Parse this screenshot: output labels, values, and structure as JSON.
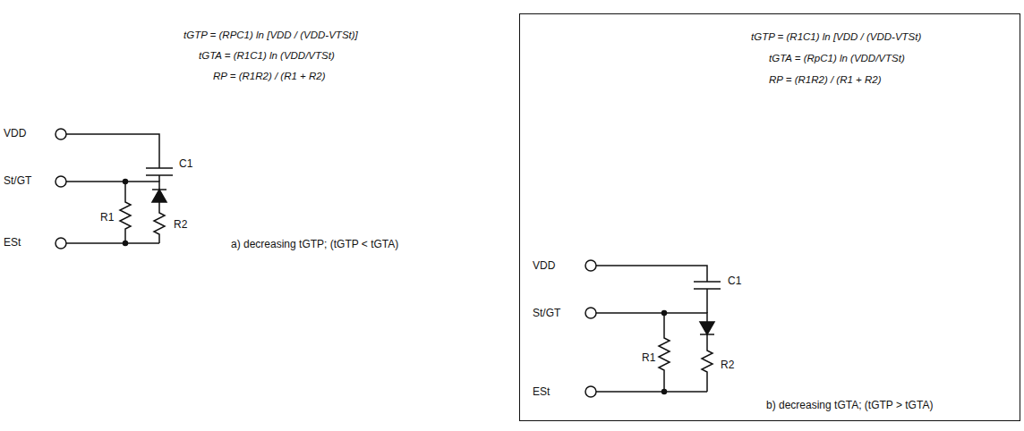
{
  "diagram": {
    "nodes": [
      {
        "text": [
          "tGTP = (R1C1) ln [VDD / (VDD-VTSt)",
          "tGTA = (RpC1) ln (VDD/VTSt)",
          "RP = (R1R2) / (R1 + R2)",
          "VDD",
          "St/GT",
          "ESt",
          "C1",
          "R1",
          "R2",
          "b) decreasing tGTA; (tGTP > tGTA)"
        ]
      }
    ],
    "edges": [],
    "labels": [
      "tGTP = (RPC1) ln [VDD / (VDD-VTSt)]",
      "tGTA = (R1C1) ln (VDD/VTSt)",
      "RP = (R1R2) / (R1 + R2)",
      "VDD",
      "St/GT",
      "ESt",
      "C1",
      "R1",
      "R2",
      "a) decreasing tGTP; (tGTP < tGTA)"
    ]
  }
}
